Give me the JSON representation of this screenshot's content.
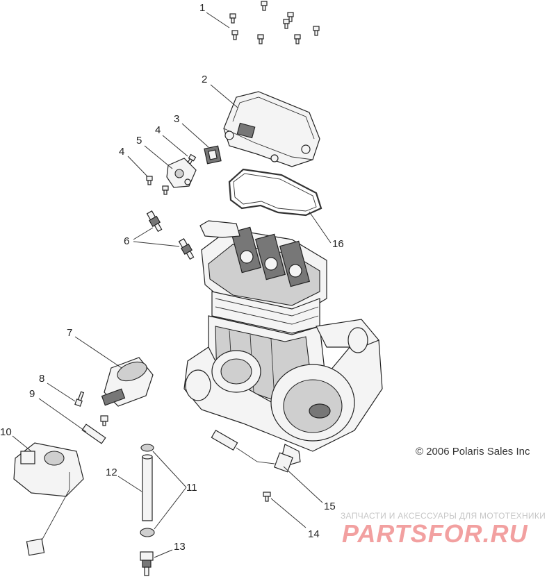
{
  "callouts": [
    {
      "num": "1"
    },
    {
      "num": "2"
    },
    {
      "num": "3"
    },
    {
      "num": "4"
    },
    {
      "num": "4"
    },
    {
      "num": "5"
    },
    {
      "num": "6"
    },
    {
      "num": "7"
    },
    {
      "num": "8"
    },
    {
      "num": "9"
    },
    {
      "num": "10"
    },
    {
      "num": "11"
    },
    {
      "num": "12"
    },
    {
      "num": "13"
    },
    {
      "num": "14"
    },
    {
      "num": "15"
    },
    {
      "num": "16"
    }
  ],
  "copyright": "© 2006 Polaris Sales Inc",
  "watermark": {
    "tagline": "ЗАПЧАСТИ И АКСЕССУАРЫ ДЛЯ МОТОТЕХНИКИ",
    "brand": "PARTSFOR.RU"
  }
}
